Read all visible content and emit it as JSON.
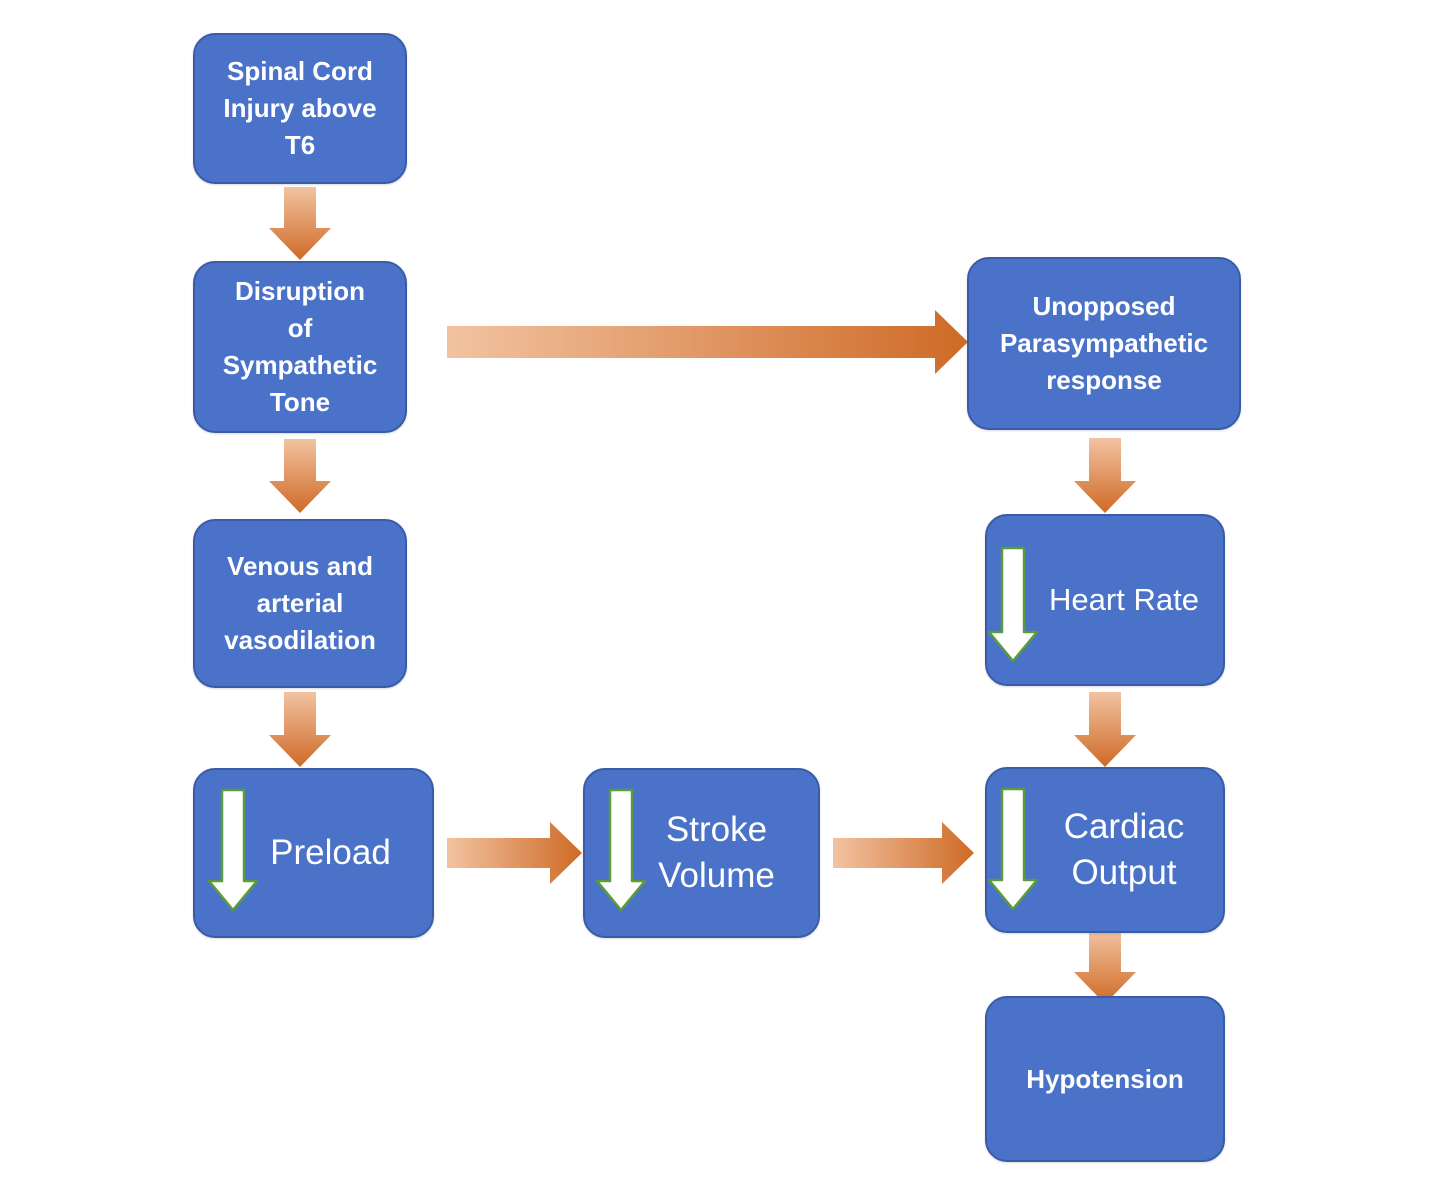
{
  "diagram": {
    "nodes": {
      "spinal_cord_injury": "Spinal Cord\nInjury above\nT6",
      "disruption_sympathetic_tone": "Disruption\nof\nSympathetic\nTone",
      "vasodilation": "Venous and\narterial\nvasodilation",
      "preload": "Preload",
      "stroke_volume": "Stroke\nVolume",
      "cardiac_output": "Cardiac\nOutput",
      "unopposed_parasympathetic": "Unopposed\nParasympathetic\nresponse",
      "heart_rate": "Heart Rate",
      "hypotension": "Hypotension"
    },
    "decrease_indicators": [
      "preload",
      "stroke_volume",
      "heart_rate",
      "cardiac_output"
    ],
    "colors": {
      "node_fill": "#4a72c8",
      "node_border": "#3a5ca8",
      "node_text": "#ffffff",
      "arrow_light": "#f2c3a1",
      "arrow_dark": "#cf6a26",
      "indicator_fill": "#ffffff",
      "indicator_stroke": "#5c9a3e"
    }
  }
}
